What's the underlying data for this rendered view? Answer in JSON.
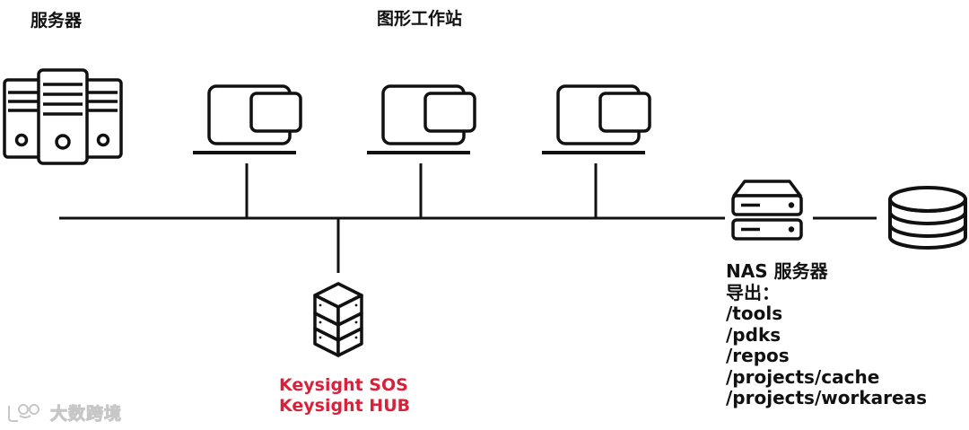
{
  "labels": {
    "servers": "服务器",
    "workstations": "图形工作站",
    "nas_title": "NAS 服务器",
    "nas_exports_heading": "导出：",
    "nas_exports": [
      "/tools",
      "/pdks",
      "/repos",
      "/projects/cache",
      "/projects/workareas"
    ],
    "keysight_lines": [
      "Keysight SOS",
      "Keysight HUB"
    ]
  },
  "watermark": {
    "text": "大数跨境"
  },
  "colors": {
    "stroke": "#111111",
    "accent": "#d9213a",
    "background": "#ffffff"
  },
  "icons": {
    "servers": "server-rack-icon",
    "workstation": "workstation-icon",
    "nas": "nas-server-icon",
    "storage": "database-icon",
    "hub": "stacked-server-icon",
    "watermark_logo": "logo-icon"
  }
}
